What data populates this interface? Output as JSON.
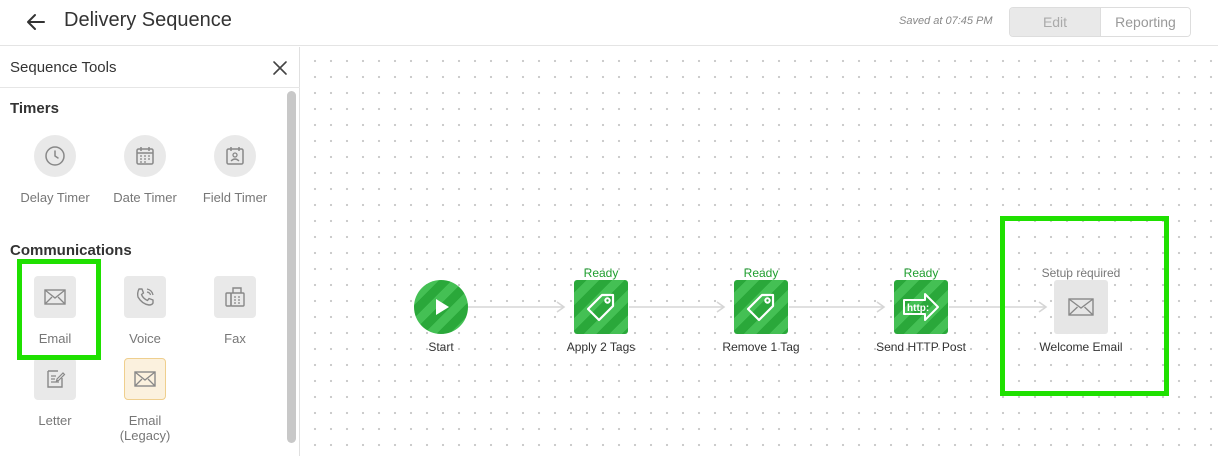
{
  "header": {
    "title": "Delivery Sequence",
    "saved_text": "Saved at 07:45 PM",
    "tabs": {
      "edit": "Edit",
      "reporting": "Reporting"
    }
  },
  "sidebar": {
    "title": "Sequence Tools",
    "timers": {
      "heading": "Timers",
      "items": [
        {
          "label": "Delay Timer",
          "icon": "clock-icon"
        },
        {
          "label": "Date Timer",
          "icon": "calendar-icon"
        },
        {
          "label": "Field Timer",
          "icon": "field-calendar-icon"
        }
      ]
    },
    "communications": {
      "heading": "Communications",
      "items": [
        {
          "label": "Email",
          "icon": "envelope-icon"
        },
        {
          "label": "Voice",
          "icon": "phone-icon"
        },
        {
          "label": "Fax",
          "icon": "fax-icon"
        },
        {
          "label": "Letter",
          "icon": "letter-icon"
        },
        {
          "label": "Email\n(Legacy)",
          "icon": "envelope-legacy-icon"
        }
      ]
    }
  },
  "flow": {
    "nodes": [
      {
        "label": "Start",
        "status": "",
        "icon": "play-icon"
      },
      {
        "label": "Apply 2 Tags",
        "status": "Ready",
        "icon": "tag-icon"
      },
      {
        "label": "Remove 1 Tag",
        "status": "Ready",
        "icon": "tag-icon"
      },
      {
        "label": "Send HTTP Post",
        "status": "Ready",
        "icon": "http-arrow-icon"
      },
      {
        "label": "Welcome Email",
        "status": "Setup required",
        "icon": "envelope-icon"
      }
    ]
  },
  "colors": {
    "accent_green": "#2aa83a",
    "highlight_green": "#1fe000",
    "status_green": "#1e9e2e"
  }
}
